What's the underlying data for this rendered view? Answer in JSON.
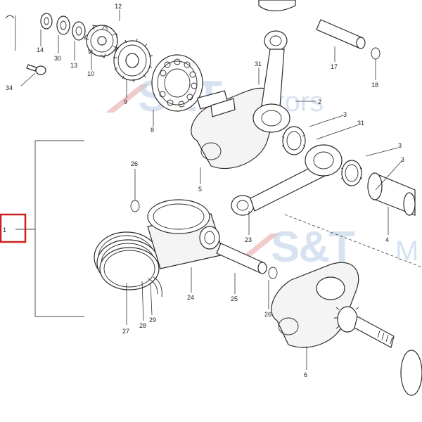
{
  "watermark": {
    "logo": "S&T",
    "word": "Motors",
    "word_partial": "M",
    "brand_color": "#b9cde6",
    "slash_color": "#e7a7a7"
  },
  "highlight": {
    "label": "1",
    "color": "#cc1f1f"
  },
  "callouts": {
    "n1": "1",
    "n2": "2",
    "n3a": "3",
    "n3b": "3",
    "n3c": "3",
    "n4": "4",
    "n5": "5",
    "n6": "6",
    "n8": "8",
    "n9": "9",
    "n10": "10",
    "n12": "12",
    "n13": "13",
    "n14": "14",
    "n17": "17",
    "n18": "18",
    "n23": "23",
    "n24": "24",
    "n25": "25",
    "n26a": "26",
    "n26b": "26",
    "n27": "27",
    "n28": "28",
    "n29": "29",
    "n30": "30",
    "n31a": "31",
    "n31b": "31",
    "n34": "34"
  }
}
